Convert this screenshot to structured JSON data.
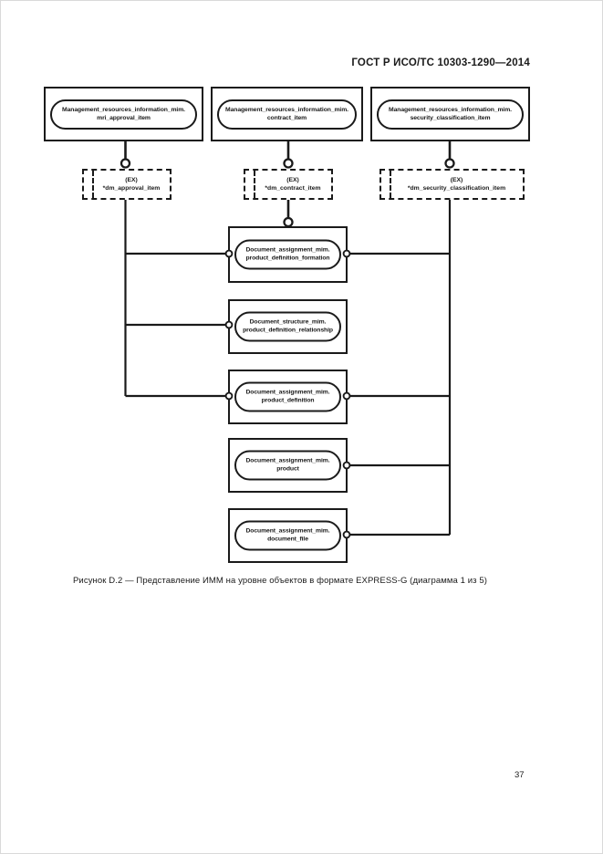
{
  "header": {
    "title": "ГОСТ Р ИСО/ТС 10303-1290—2014"
  },
  "diagram": {
    "top_boxes": [
      {
        "line1": "Management_resources_information_mim.",
        "line2": "mri_approval_item"
      },
      {
        "line1": "Management_resources_information_mim.",
        "line2": "contract_item"
      },
      {
        "line1": "Management_resources_information_mim.",
        "line2": "security_classification_item"
      }
    ],
    "ref_boxes": [
      {
        "marker": "(EX)",
        "label": "*dm_approval_item"
      },
      {
        "marker": "(EX)",
        "label": "*dm_contract_item"
      },
      {
        "marker": "(EX)",
        "label": "*dm_security_classification_item"
      }
    ],
    "entity_boxes": [
      {
        "line1": "Document_assignment_mim.",
        "line2": "product_definition_formation"
      },
      {
        "line1": "Document_structure_mim.",
        "line2": "product_definition_relationship"
      },
      {
        "line1": "Document_assignment_mim.",
        "line2": "product_definition"
      },
      {
        "line1": "Document_assignment_mim.",
        "line2": "product"
      },
      {
        "line1": "Document_assignment_mim.",
        "line2": "document_file"
      }
    ]
  },
  "figure_caption": "Рисунок D.2 — Представление ИММ на уровне объектов в формате EXPRESS-G (диаграмма 1 из 5)",
  "page_number": "37",
  "colors": {
    "ink": "#1a1a1a",
    "paper": "#ffffff"
  }
}
